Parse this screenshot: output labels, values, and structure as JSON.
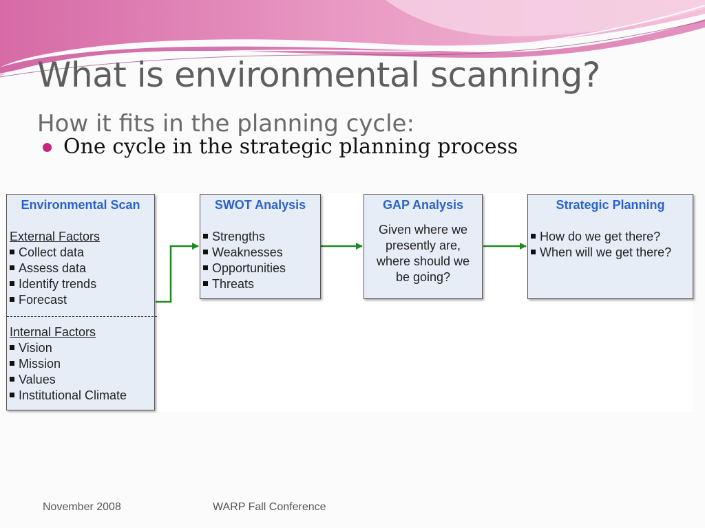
{
  "slide": {
    "title": "What is environmental scanning?",
    "subtitle": "How it fits in the planning cycle:",
    "bullet": "One cycle in the strategic planning process"
  },
  "diagram": {
    "environmental_scan": {
      "title": "Environmental Scan",
      "external_heading": "External Factors",
      "external_items": [
        "Collect data",
        "Assess data",
        "Identify trends",
        "Forecast"
      ],
      "internal_heading": "Internal Factors",
      "internal_items": [
        "Vision",
        "Mission",
        "Values",
        "Institutional Climate"
      ]
    },
    "swot": {
      "title": "SWOT Analysis",
      "items": [
        "Strengths",
        "Weaknesses",
        "Opportunities",
        "Threats"
      ]
    },
    "gap": {
      "title": "GAP Analysis",
      "lines": [
        "Given where we",
        "presently are,",
        "where should we",
        "be going?"
      ]
    },
    "strategic": {
      "title": "Strategic Planning",
      "items": [
        "How do we get there?",
        "When will we get there?"
      ]
    },
    "arrow_color": "#1f8a1f",
    "box_fill": "#e7edf7",
    "title_color": "#2a63c9"
  },
  "footer": {
    "date": "November 2008",
    "event": "WARP Fall Conference"
  },
  "theme": {
    "bullet_color": "#c4287e",
    "decor_colors": [
      "#e488b8",
      "#d04f9b",
      "#f6c6dc"
    ]
  }
}
